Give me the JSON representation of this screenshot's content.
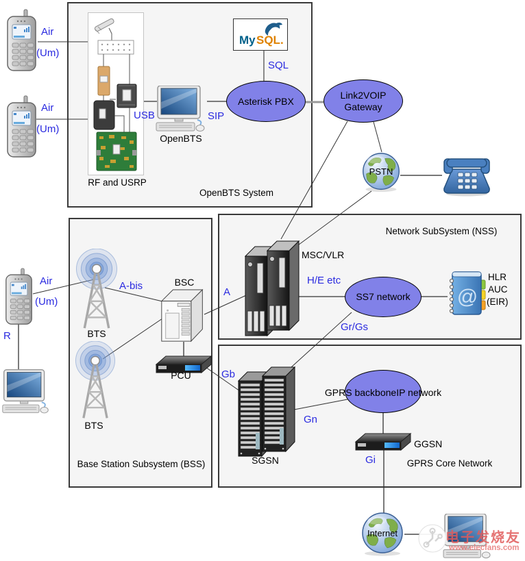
{
  "openbts_system": {
    "title": "OpenBTS System",
    "rf_usrp_label": "RF and USRP",
    "openbts_label": "OpenBTS",
    "mysql_logo": {
      "my": "My",
      "sql": "SQL",
      "dot": "."
    },
    "sql_label": "SQL",
    "usb_label": "USB",
    "sip_label": "SIP",
    "asterisk_label": "Asterisk PBX"
  },
  "external": {
    "link2voip_line1": "Link2VOIP",
    "link2voip_line2": "Gateway",
    "pstn_label": "PSTN",
    "internet_label": "Internet"
  },
  "phones": {
    "air": "Air",
    "um": "(Um)",
    "r_label": "R"
  },
  "bss": {
    "title": "Base Station Subsystem (BSS)",
    "bts_label": "BTS",
    "bsc_label": "BSC",
    "pcu_label": "PCU",
    "abis_label": "A-bis"
  },
  "nss": {
    "title": "Network SubSystem (NSS)",
    "msc_label": "MSC/VLR",
    "ss7_label": "SS7 network",
    "hlr_labels": [
      "HLR",
      "AUC",
      "(EIR)"
    ],
    "a_label": "A",
    "he_label": "H/E etc",
    "grgs_label": "Gr/Gs"
  },
  "gprs": {
    "title": "GPRS Core Network",
    "sgsn_label": "SGSN",
    "backbone_label": "GPRS backboneIP network",
    "ggsn_label": "GGSN",
    "gb_label": "Gb",
    "gn_label": "Gn",
    "gi_label": "Gi"
  },
  "watermark": {
    "brand": "电子发烧友",
    "url": "www.elecfans.com"
  },
  "colors": {
    "ellipse_fill": "#8181e8",
    "label_blue": "#2a2ae0",
    "box_bg": "#f5f5f5",
    "box_border": "#3a3a3a",
    "globe_blue": "#6b97d4",
    "continent_green": "#7fae4a",
    "phone_blue": "#4a80c0"
  }
}
